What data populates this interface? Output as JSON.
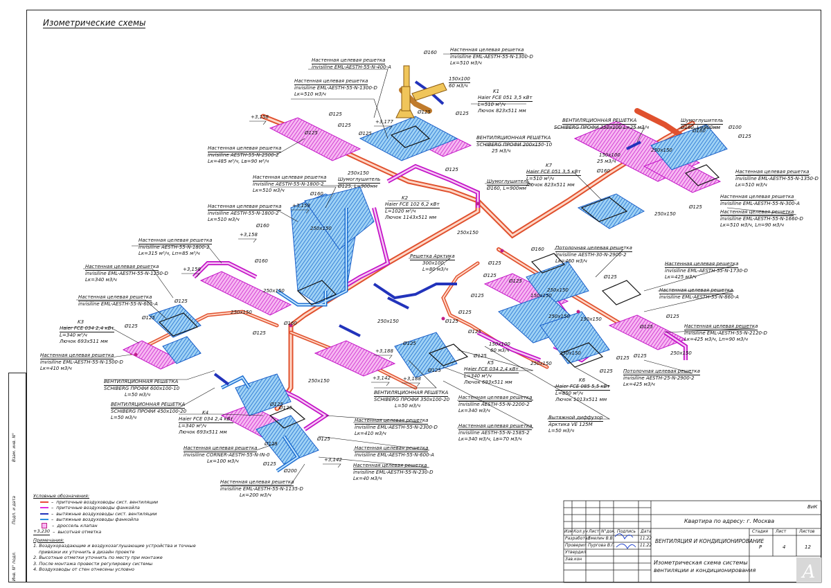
{
  "title": "Изометрические схемы",
  "labels": {
    "l1": {
      "t1": "Настенная целевая решетка",
      "t2": "invisiline EML-AESTH-55-N-400-A"
    },
    "l2": {
      "t0": "Ø160",
      "t1": "Настенная целевая решетка",
      "t2": "invisiline EML-AESTH-55-N-1300-D",
      "t3": "Lк=510 м3/ч"
    },
    "l3": {
      "t1": "Настенная целевая решетка",
      "t2": "invisiline EML-AESTH-55-N-1300-D",
      "t3": "Lк=510 м3/ч"
    },
    "l4": {
      "t1": "150x100",
      "t2": "60 м3/ч"
    },
    "k1": {
      "t0": "K1",
      "t1": "Haier FCE 051 3,5 кВт",
      "t2": "L=510 м³/ч",
      "t3": "Лючок 823x511 мм"
    },
    "l5": {
      "t1": "ВЕНТИЛЯЦИОННАЯ РЕШЕТКА",
      "t2": "SCHIBERG ПРОФИ 200x150-10",
      "t3": "25 м3/ч"
    },
    "l6": {
      "t1": "Настенная целевая решетка",
      "t2": "invisiline AESTH-55-N-2500-2",
      "t3": "Lк=485 м³/ч, Lв=90 м³/ч"
    },
    "l7": {
      "t1": "Настенная целевая решетка",
      "t2": "invisiline AESTH-55-N-1800-2",
      "t3": "Lк=510 м3/ч"
    },
    "l8": {
      "t1": "Шумоглушитель",
      "t2": "Ø125, L=900мм"
    },
    "k2": {
      "t0": "K2",
      "t1": "Haier FCE 102 6,2 кВт",
      "t2": "L=1020 м³/ч",
      "t3": "Лючок 1143x511 мм"
    },
    "l9": {
      "t1": "Шумоглушитель",
      "t2": "Ø160, L=900мм"
    },
    "k7": {
      "t0": "K7",
      "t1": "Haier FCE 051 3,5 кВт",
      "t2": "L=510 м³/ч",
      "t3": "Лючок 823x511 мм"
    },
    "l10": {
      "t1": "ВЕНТИЛЯЦИОННАЯ РЕШЕТКА",
      "t2": "SCHIBERG ПРОФИ 350x100 L=25 м3/ч"
    },
    "l11": {
      "t1": "Шумоглушитель",
      "t2": "Ø160, L=900мм"
    },
    "l12": {
      "t1": "Настенная целевая решетка",
      "t2": "invisiline EML-AESTH-55-N-1350-D",
      "t3": "Lк=510 м3/ч"
    },
    "l13": {
      "t1": "Настенная целевая решетка",
      "t2": "invisiline EML-AESTH-55-N-300-A"
    },
    "l14": {
      "t1": "Настенная целевая решетка",
      "t2": "invisiline EML-AESTH-55-N-1660-D",
      "t3": "Lк=510 м3/ч, Lп=90 м3/ч"
    },
    "l15": {
      "t1": "Настенная целевая решетка",
      "t2": "invisiline AESTH-55-N-1800-2",
      "t3": "Lк=510 м3/ч"
    },
    "l16": {
      "t1": "Настенная целевая решетка",
      "t2": "invisiline AESTH-55-N-1800-2",
      "t3": "Lк=315 м³/ч, Lп=85 м³/ч"
    },
    "l17": {
      "t1": "Решетка Арктика",
      "t2": "300x100,",
      "t3": "L=80 м3/ч"
    },
    "l18": {
      "t1": "Потолочная целевая решетка",
      "t2": "invisiline AESTH-30-N-2900-2",
      "t3": "Lк=460 м3/ч"
    },
    "l19": {
      "t1": "Настенная целевая решетка",
      "t2": "invisiline EML-AESTH-55-N-1250-D",
      "t3": "Lк=340 м3/ч"
    },
    "l20": {
      "t1": "Настенная целевая решетка",
      "t2": "invisiline EML-AESTH-55-N-1730-D",
      "t3": "Lк=425 м3/ч"
    },
    "l21": {
      "t1": "Настенная целевая решетка",
      "t2": "invisiline EML-AESTH-55-N-605-A"
    },
    "l22": {
      "t1": "Настенная целевая решетка",
      "t2": "invisiline EML-AESTH-55-N-860-A"
    },
    "k3": {
      "t0": "K3",
      "t1": "Haier FCE 034 2,4 кВт",
      "t2": "L=340 м³/ч",
      "t3": "Лючок 693x511 мм"
    },
    "l23": {
      "t1": "Настенная целевая решетка",
      "t2": "invisiline EML-AESTH-55-N-2120-D",
      "t3": "Lк=425 м3/ч, Lп=90 м3/ч"
    },
    "l24": {
      "t1": "Настенная целевая решетка",
      "t2": "invisiline EML-AESTH-55-N-1500-D",
      "t3": "Lк=410 м3/ч"
    },
    "k5": {
      "t0": "K5",
      "t1": "Haier FCE 034 2,4 кВт",
      "t2": "L=340 м³/ч",
      "t3": "Лючок 693x511 мм"
    },
    "l25": {
      "t1": "Потолочная целевая решетка",
      "t2": "invisiline AESTH-25-N-2900-2",
      "t3": "Lк=425 м3/ч"
    },
    "k6": {
      "t0": "K6",
      "t1": "Haier FCE 085 5,5 кВт",
      "t2": "L=850 м³/ч",
      "t3": "Лючок 1013x511 мм"
    },
    "l26": {
      "t1": "ВЕНТИЛЯЦИОННАЯ РЕШЕТКА",
      "t2": "SCHIBERG ПРОФИ 600x100-10",
      "t3": "L=50 м3/ч"
    },
    "l27": {
      "t1": "ВЕНТИЛЯЦИОННАЯ РЕШЕТКА",
      "t2": "SCHIBERG ПРОФИ 450x100-20",
      "t3": "L=50 м3/ч"
    },
    "l28": {
      "t1": "ВЕНТИЛЯЦИОННАЯ РЕШЕТКА",
      "t2": "SCHIBERG ПРОФИ 350x100-20",
      "t3": "L=50 м3/ч"
    },
    "l29": {
      "t1": "Настенная целевая решетка",
      "t2": "invisiline AESTH-55-N-2200-2",
      "t3": "Lк=340 м3/ч"
    },
    "k4": {
      "t0": "K4",
      "t1": "Haier FCE 034 2,4 кВт",
      "t2": "L=340 м³/ч",
      "t3": "Лючок 693x511 мм"
    },
    "l30": {
      "t1": "Настенная целевая решетка",
      "t2": "invisiline EML-AESTH-55-N-2300-D",
      "t3": "Lк=410 м3/ч"
    },
    "l31": {
      "t1": "Настенная целевая решетка",
      "t2": "invisiline AESTH-55-N-1585-2",
      "t3": "Lк=340 м3/ч, Lв=70 м3/ч"
    },
    "l32": {
      "t1": "Вытяжной диффузор",
      "t2": "Арктика VE 125M",
      "t3": "L=50 м3/ч"
    },
    "l33": {
      "t1": "Настенная целевая решетка",
      "t2": "invisiline CORNER-AESTH-55-N-IN-0",
      "t3": "Lк=100 м3/ч"
    },
    "l34": {
      "t1": "Настенная целевая решетка",
      "t2": "invisiline EML-AESTH-55-N-600-A"
    },
    "l35": {
      "t1": "Настенная целевая решетка",
      "t2": "invisiline EML-AESTH-55-N-230-D",
      "t3": "Lк=40 м3/ч"
    },
    "l36": {
      "t1": "Настенная целевая решетка",
      "t2": "invisiline EML-AESTH-55-N-1135-D",
      "t3": "Lк=200 м3/ч"
    }
  },
  "dims": {
    "d1": "Ø125",
    "d2": "Ø125",
    "d3": "Ø125",
    "d4": "Ø125",
    "d5": "250x150",
    "d6": "Ø125",
    "d7": "Ø125",
    "d8": "Ø125",
    "d9": "250x150",
    "d10": "Ø160",
    "d11": "Ø160",
    "d12": "250x150",
    "d13": "Ø125",
    "d14": "Ø100",
    "d15": "Ø125",
    "d16": "150x100",
    "d17": "25 м3/ч",
    "d18": "250x150",
    "d19": "Ø160",
    "d20": "250x150",
    "d21": "Ø160",
    "d22": "Ø160",
    "d23": "Ø160",
    "d24": "250x150",
    "d25": "Ø125",
    "d26": "Ø125",
    "d27": "Ø125",
    "d28": "Ø125",
    "d29": "Ø160",
    "d30": "250x150",
    "d31": "Ø125",
    "d32": "Ø125",
    "d33": "Ø125",
    "d34": "250x150",
    "d35": "Ø125",
    "d36": "Ø125",
    "d37": "150x150",
    "d38": "250x150",
    "d39": "150x150",
    "d40": "Ø125",
    "d41": "Ø125",
    "d42": "Ø125",
    "d43": "150x100",
    "d44": "60 м3/ч",
    "d45": "250x150",
    "d46": "Ø125",
    "d47": "250x150",
    "d48": "Ø125",
    "d49": "250x150",
    "d50": "Ø125",
    "d51": "Ø125",
    "d52": "Ø125",
    "d53": "Ø125",
    "d54": "250x150",
    "d55": "Ø125",
    "d56": "Ø125",
    "d57": "Ø125",
    "d58": "Ø125",
    "d59": "Ø200",
    "d60": "Ø125",
    "d61": "Ø125",
    "d62": "Ø125",
    "d63": "250x150"
  },
  "elevations": {
    "e1": "+3,158",
    "e2": "+3,177",
    "e3": "+3,158",
    "e4": "+3,158",
    "e5": "+3,158",
    "e6": "+3,188",
    "e7": "+3,142",
    "e8": "+3,188",
    "e9": "+3,142"
  },
  "legend": {
    "heading": "Условные обозначения:",
    "items": [
      {
        "text": "приточные воздуховоды сист. вентиляции",
        "color": "#e8483a"
      },
      {
        "text": "приточные воздуховоды фанкойла",
        "color": "#e02be0"
      },
      {
        "text": "вытяжные воздуховоды сист. вентиляции",
        "color": "#2233bb"
      },
      {
        "text": "вытяжные воздуховоды фанкойла",
        "color": "#2b8ee0"
      },
      {
        "text": "дроссель клапан",
        "color": "#c0208a"
      },
      {
        "text": "высотная отметка",
        "color": "#111111"
      }
    ],
    "elev_sample": "+3,230",
    "notes_heading": "Примечания:",
    "notes": [
      "1.  Воздухораздающие и воздухозаглушающие устройства и точные",
      "привязки их уточнить в дизайн проекте",
      "2.  Высотные отметки уточнить по месту при монтаже",
      "3.  После монтажа провести регулировку системы",
      "4.  Воздуховоды от стен отнесены условно"
    ]
  },
  "titleblock": {
    "code": "ВиК",
    "address": "Квартира по адресу: г. Москва",
    "section": "ВЕНТИЛЯЦИЯ И КОНДИЦИОНИРОВАНИЕ",
    "drawing": "Изометрическая схема системы вентиляции и кондиционирования",
    "drawing_l1": "Изометрическая схема системы",
    "drawing_l2": "вентиляции и кондиционирования",
    "head": [
      "Изм",
      "Кол.уч",
      "Лист",
      "N°док.",
      "Подпись",
      "Дата"
    ],
    "roles": [
      "Разработал",
      "Проверил",
      "Утвердил",
      "Зав.кон"
    ],
    "names": [
      "Емелин В.В.",
      "Пургова В.Г."
    ],
    "dates": [
      "11.22",
      "11.22"
    ],
    "stage_h": "Стадия",
    "sheet_h": "Лист",
    "sheets_h": "Листов",
    "stage": "Р",
    "sheet": "4",
    "sheets": "12"
  },
  "side": {
    "s1": "Инв. N° подл.",
    "s2": "Подп. и дата",
    "s3": "Взам. инв. N°"
  },
  "colors": {
    "supply": "#e8483a",
    "fancoil_supply": "#e02be0",
    "exhaust": "#2233bb",
    "fancoil_return": "#2b8ee0"
  }
}
